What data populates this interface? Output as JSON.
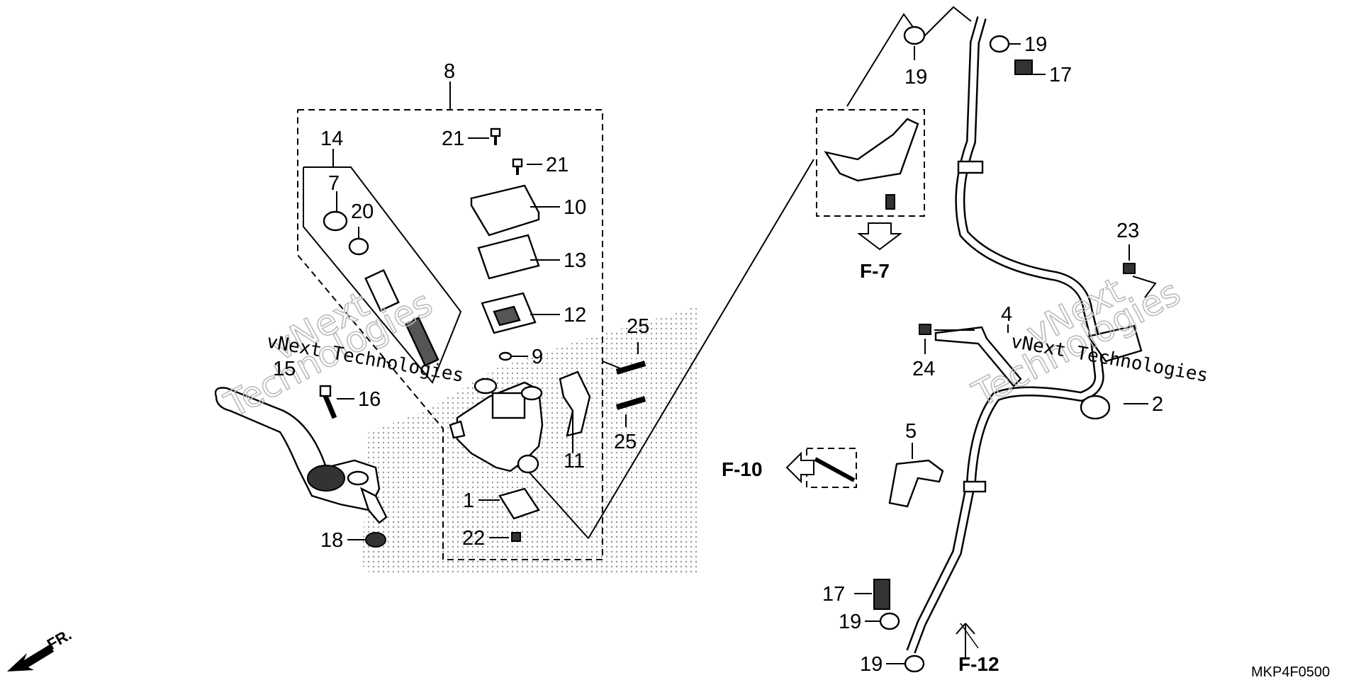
{
  "callouts": {
    "c1": "1",
    "c2": "2",
    "c4": "4",
    "c5": "5",
    "c7": "7",
    "c8": "8",
    "c9": "9",
    "c10": "10",
    "c11": "11",
    "c12": "12",
    "c13": "13",
    "c14": "14",
    "c15": "15",
    "c16": "16",
    "c17a": "17",
    "c17b": "17",
    "c18": "18",
    "c19a": "19",
    "c19b": "19",
    "c19c": "19",
    "c19d": "19",
    "c20": "20",
    "c21a": "21",
    "c21b": "21",
    "c22": "22",
    "c23": "23",
    "c24": "24",
    "c25a": "25",
    "c25b": "25"
  },
  "references": {
    "f7": "F-7",
    "f10": "F-10",
    "f12": "F-12",
    "front": "FR."
  },
  "diagram_code": "MKP4F0500",
  "watermarks": {
    "left_line": "vNext Technologies",
    "left_big_1": "vNext",
    "left_big_2": "Technologies",
    "right_line": "vNext Technologies",
    "right_big_1": "vNext",
    "right_big_2": "Technologies"
  }
}
